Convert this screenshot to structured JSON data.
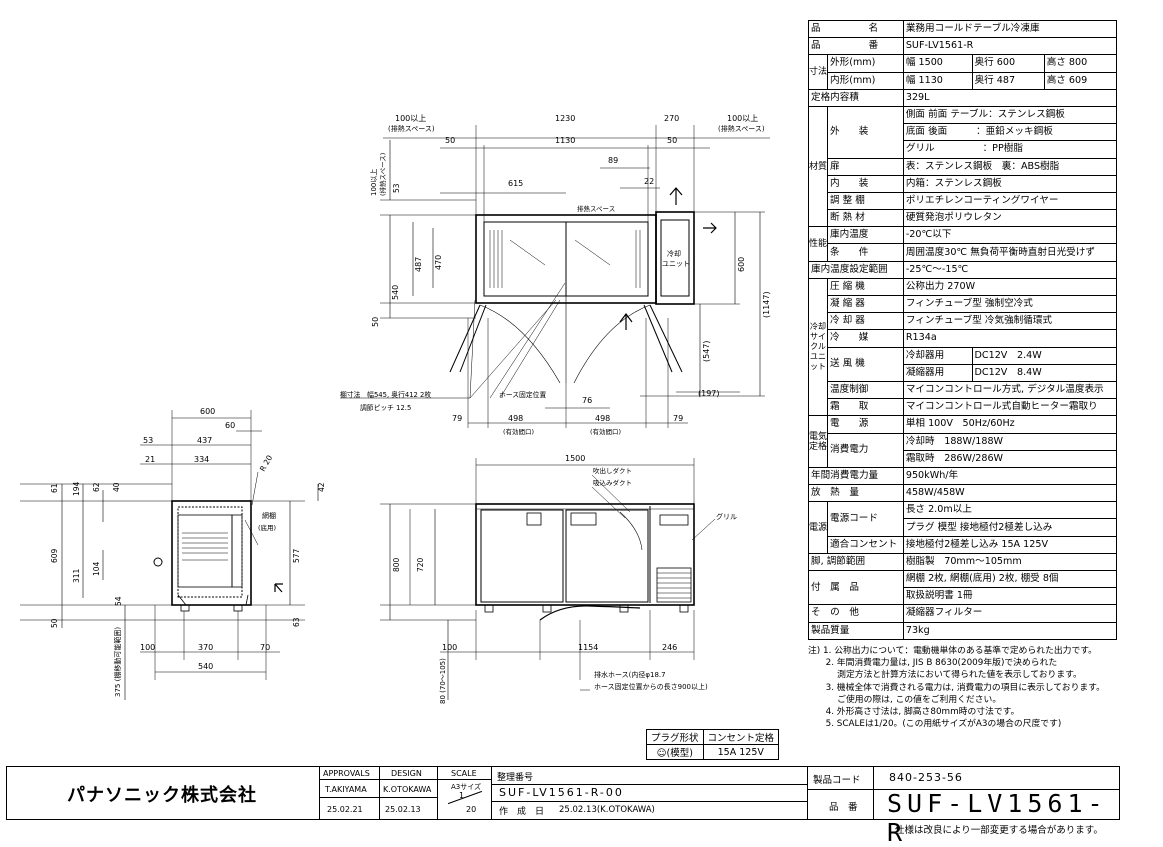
{
  "spec": {
    "product_name_label": "品　　　　　名",
    "product_name": "業務用コールドテーブル冷凍庫",
    "model_label": "品　　　　　番",
    "model": "SUF-LV1561-R",
    "dim_cat": "寸法",
    "outer_label": "外形(mm)",
    "outer": [
      "幅 1500",
      "奥行 600",
      "高さ 800"
    ],
    "inner_label": "内形(mm)",
    "inner": [
      "幅 1130",
      "奥行 487",
      "高さ 609"
    ],
    "capacity_label": "定格内容積",
    "capacity": "329L",
    "mat_cat": "材質",
    "exterior_label": "外　　装",
    "exterior": [
      "側面 前面 テーブル：ステンレス鋼板",
      "底面 後面　　　：亜鉛メッキ鋼板",
      "グリル　　　　　：PP樹脂"
    ],
    "door_label": "扉",
    "door": "表：ステンレス鋼板　裏：ABS樹脂",
    "interior_label": "内　　装",
    "interior": "内箱：ステンレス鋼板",
    "shelf_label": "調 整 棚",
    "shelf": "ポリエチレンコーティングワイヤー",
    "insul_label": "断 熱 材",
    "insul": "硬質発泡ポリウレタン",
    "perf_cat": "性能",
    "temp_label": "庫内温度",
    "temp": "-20℃以下",
    "cond_label": "条　　件",
    "cond": "周囲温度30℃ 無負荷平衡時直射日光受けず",
    "range_label": "庫内温度設定範囲",
    "range": "-25℃～-15℃",
    "cool_cat": "冷却サイクルユニット",
    "comp_label": "圧 縮 機",
    "comp": "公称出力 270W",
    "condenser_label": "凝 縮 器",
    "condenser": "フィンチューブ型 強制空冷式",
    "cooler_label": "冷 却 器",
    "cooler": "フィンチューブ型 冷気強制循環式",
    "refr_label": "冷　　媒",
    "refr": "R134a",
    "fan_label": "送 風 機",
    "fan": [
      [
        "冷却器用",
        "DC12V　2.4W"
      ],
      [
        "凝縮器用",
        "DC12V　8.4W"
      ]
    ],
    "tctrl_label": "温度制御",
    "tctrl": "マイコンコントロール方式, デジタル温度表示",
    "defrost_label": "霜　　取",
    "defrost": "マイコンコントロール式自動ヒーター霜取り",
    "elec_cat": "電気定格",
    "power_label": "電　　源",
    "power": "単相 100V　50Hz/60Hz",
    "consume_label": "消費電力",
    "consume": [
      "冷却時　188W/188W",
      "霜取時　286W/286W"
    ],
    "annual_label": "年間消費電力量",
    "annual": "950kWh/年",
    "heat_label": "放　熱　量",
    "heat": "458W/458W",
    "cord_cat": "電源",
    "cord_label": "電源コード",
    "cord": [
      "長さ 2.0m以上",
      "プラグ 模型 接地極付2極差し込み"
    ],
    "outlet_label": "適合コンセント",
    "outlet": "接地極付2極差し込み 15A 125V",
    "leg_label": "脚, 調節範囲",
    "leg": "樹脂製　70mm～105mm",
    "acc_label": "付　属　品",
    "acc": [
      "網棚 2枚, 網棚(底用) 2枚, 棚受 8個",
      "取扱説明書 1冊"
    ],
    "other_label": "そ　の　他",
    "other": "凝縮器フィルター",
    "weight_label": "製品質量",
    "weight": "73kg"
  },
  "notes": [
    "注) 1. 公称出力について：電動機単体のある基準で定められた出力です。",
    "　　2. 年間消費電力量は, JIS B 8630(2009年版)で決められた",
    "　　　 測定方法と計算方法において得られた値を表示しております。",
    "　　3. 機械全体で消費される電力は, 消費電力の項目に表示しております。",
    "　　　 ご使用の際は, この値をご利用ください。",
    "　　4. 外形高さ寸法は, 脚高さ80mm時の寸法です。",
    "　　5. SCALEは1/20。(この用紙サイズがA3の場合の尺度です)"
  ],
  "plug": {
    "h1": "プラグ形状",
    "h2": "コンセント定格",
    "v1": "(模型)",
    "v2": "15A 125V"
  },
  "titleblock": {
    "company": "パナソニック株式会社",
    "approvals_h": "APPROVALS",
    "design_h": "DESIGN",
    "scale_h": "SCALE",
    "approver": "T.AKIYAMA",
    "designer": "K.OTOKAWA",
    "appr_date": "25.02.21",
    "design_date": "25.02.13",
    "scale_top": "1",
    "scale_bot": "20",
    "dwg_h": "整理番号",
    "a3": "A3サイズ",
    "dwg_no": "SUF-LV1561-R-00",
    "created_h": "作　成　日",
    "created": "25.02.13(K.OTOKAWA)",
    "pcode_h": "製品コード",
    "pcode": "840-253-56",
    "model_h": "品　番",
    "model": "SUF-LV1561-R"
  },
  "footer": "仕様は改良により一部変更する場合があります。",
  "drawing": {
    "top": {
      "d100a": "100以上",
      "exhaust_a": "(排熱スペース)",
      "d1230": "1230",
      "d270": "270",
      "d100b": "100以上",
      "exhaust_b": "(排熱スペース)",
      "d50a": "50",
      "d1130": "1130",
      "d50b": "50",
      "d89": "89",
      "d615": "615",
      "d22": "22",
      "v100": "100以上",
      "vexh": "(排熱スペース)",
      "v53": "53",
      "exhaust_space": "排熱スペース",
      "v540": "540",
      "v487": "487",
      "v470": "470",
      "v600": "600",
      "v1147": "(1147)",
      "v547": "(547)",
      "v50": "50",
      "unit1": "冷却",
      "unit2": "ユニット",
      "shelf_note1": "棚寸法　幅545, 奥行412 2枚",
      "shelf_note2": "調節ピッチ 12.5",
      "hose_pos": "ホース固定位置",
      "d76": "76",
      "d197": "(197)",
      "d79a": "79",
      "d498a": "498",
      "d498b": "498",
      "d79b": "79",
      "eff1": "(有効間口)",
      "eff2": "(有効間口)"
    },
    "side": {
      "d600": "600",
      "d60": "60",
      "d53": "53",
      "d437": "437",
      "d21": "21",
      "d334": "334",
      "r20": "R 20",
      "d61": "61",
      "d194": "194",
      "d62": "62",
      "d40": "40",
      "d42": "42",
      "d609": "609",
      "d311": "311",
      "d104": "104",
      "d577": "577",
      "d54": "54",
      "d63": "63",
      "d50": "50",
      "net1": "網棚",
      "net2": "(底用)",
      "d100": "100",
      "d370": "370",
      "d70": "70",
      "d540": "540",
      "d375": "375 (棚移動可能範囲)"
    },
    "front": {
      "d1500": "1500",
      "duct1": "吹出しダクト",
      "duct2": "吸込みダクト",
      "grill": "グリル",
      "d800": "800",
      "d720": "720",
      "d100": "100",
      "d1154": "1154",
      "d246": "246",
      "d80": "80 (70～105)",
      "hose1": "排水ホース(内径φ18.7",
      "hose2": "ホース固定位置からの長さ900以上)"
    }
  }
}
